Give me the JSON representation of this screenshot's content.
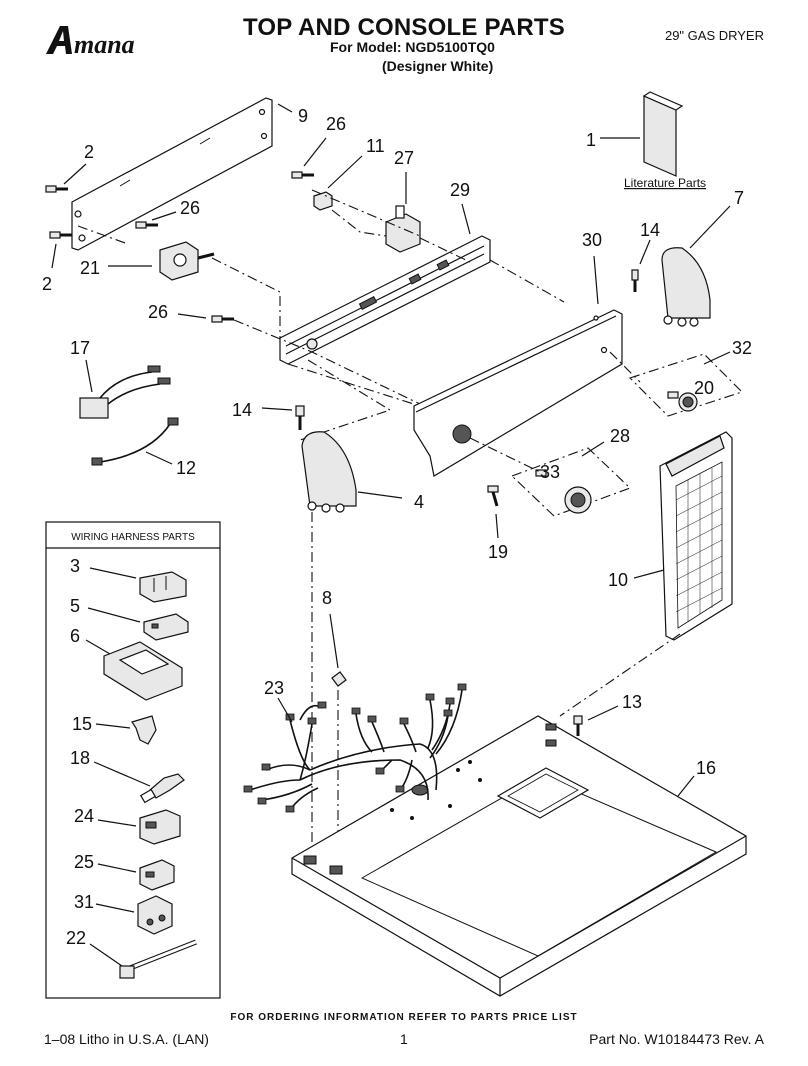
{
  "header": {
    "brand": "Amana",
    "title": "TOP AND CONSOLE PARTS",
    "model_line": "For Model: NGD5100TQ0",
    "color_line": "(Designer White)",
    "product": "29\" GAS DRYER"
  },
  "literature_label": "Literature Parts",
  "wiring_box_title": "WIRING HARNESS PARTS",
  "callouts": {
    "c1": "1",
    "c2a": "2",
    "c2b": "2",
    "c3": "3",
    "c4": "4",
    "c5": "5",
    "c6": "6",
    "c7": "7",
    "c8": "8",
    "c9": "9",
    "c10": "10",
    "c11": "11",
    "c12": "12",
    "c13": "13",
    "c14a": "14",
    "c14b": "14",
    "c15": "15",
    "c16": "16",
    "c17": "17",
    "c18": "18",
    "c19": "19",
    "c20": "20",
    "c21": "21",
    "c22": "22",
    "c23": "23",
    "c24": "24",
    "c25": "25",
    "c26a": "26",
    "c26b": "26",
    "c26c": "26",
    "c27": "27",
    "c28": "28",
    "c29": "29",
    "c30": "30",
    "c31": "31",
    "c32": "32",
    "c33": "33"
  },
  "footer": {
    "order_note": "FOR ORDERING INFORMATION REFER TO PARTS PRICE LIST",
    "litho": "1–08 Litho in U.S.A. (LAN)",
    "page": "1",
    "part_no": "Part No. W10184473 Rev. A"
  }
}
